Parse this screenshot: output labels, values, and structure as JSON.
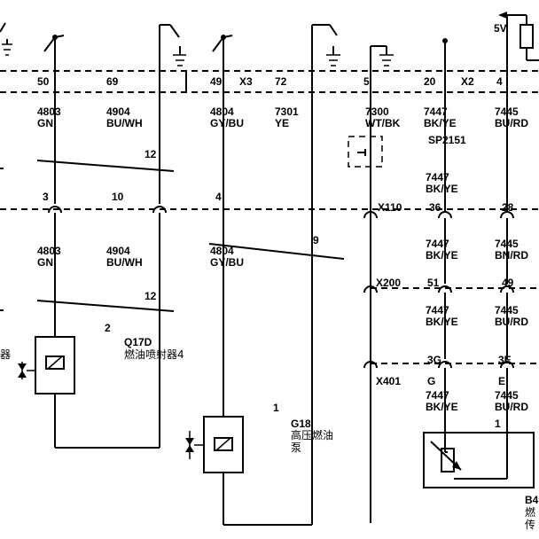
{
  "harness": {
    "connector_x3": "X3",
    "connector_x2": "X2",
    "voltage_5v": "5V"
  },
  "top_pins": [
    "50",
    "69",
    "49",
    "72",
    "5",
    "20",
    "4"
  ],
  "top_circuits": [
    {
      "num": "4803",
      "color": "GN"
    },
    {
      "num": "4904",
      "color": "BU/WH"
    },
    {
      "num": "4804",
      "color": "GY/BU"
    },
    {
      "num": "7301",
      "color": "YE"
    },
    {
      "num": "7300",
      "color": "WT/BK"
    },
    {
      "num": "7447",
      "color": "BK/YE"
    },
    {
      "num": "7445",
      "color": "BU/RD"
    }
  ],
  "splice": "SP2151",
  "splice_circuit": {
    "num": "7447",
    "color": "BK/YE"
  },
  "twist_labels": [
    "12",
    "12",
    "9"
  ],
  "inline_pins": [
    "3",
    "10",
    "4",
    "36",
    "28",
    "51",
    "49"
  ],
  "inline_connectors": [
    "X110",
    "X200",
    "X401"
  ],
  "mid_circuits": [
    {
      "num": "4803",
      "color": "GN"
    },
    {
      "num": "4904",
      "color": "BU/WH"
    },
    {
      "num": "4804",
      "color": "GY/BU"
    },
    {
      "num": "7447",
      "color": "BK/YE"
    },
    {
      "num": "7445",
      "color": "BN/RD"
    }
  ],
  "lower_circuits": [
    {
      "num": "7447",
      "color": "BK/YE"
    },
    {
      "num": "7445",
      "color": "BU/RD"
    },
    {
      "num": "7447",
      "color": "BK/YE"
    },
    {
      "num": "7445",
      "color": "BU/RD"
    }
  ],
  "x401_pins": [
    "3G",
    "3E",
    "G",
    "E"
  ],
  "sensor_pin": "1",
  "injector": {
    "pin": "2",
    "id": "Q17D",
    "name": "燃油喷射器4",
    "left_cut": "器"
  },
  "pump": {
    "pin": "1",
    "id": "G18",
    "name_line1": "高压燃油",
    "name_line2": "泵"
  },
  "sensor": {
    "id": "B4",
    "name_line1": "燃",
    "name_line2": "传"
  }
}
